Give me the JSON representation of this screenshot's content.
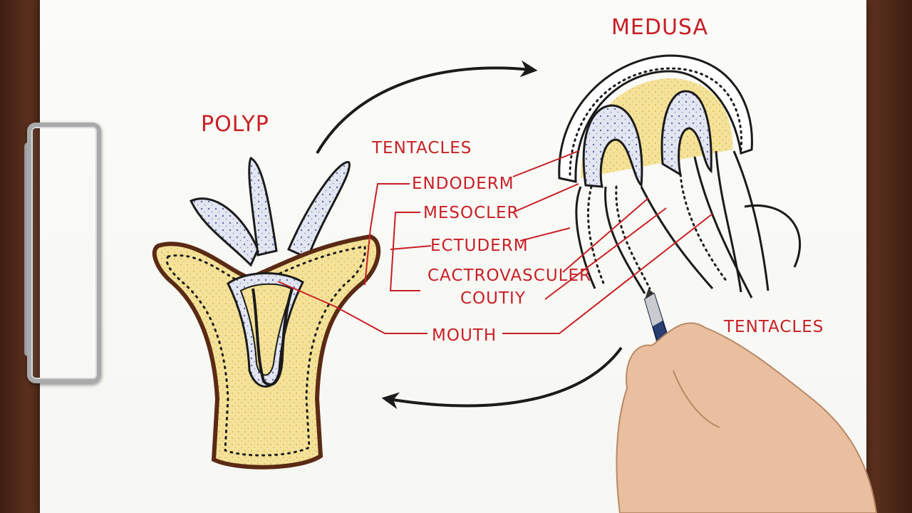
{
  "labels": {
    "polyp": "POLYP",
    "medusa": "MEDUSA",
    "tentacles_top": "TENTACLES",
    "endoderm": "ENDODERM",
    "mesocler": "MESOCLER",
    "ectuderm": "ECTUDERM",
    "gastro_line1": "CACTROVASCULER",
    "gastro_line2": "COUTIY",
    "mouth": "MOUTH",
    "tentacles_right": "TENTACLES"
  },
  "colors": {
    "label_red": "#c81f25",
    "ink": "#1b1b1b",
    "mesoglea_yellow": "#f3dc84",
    "gut_lavender": "#c9cfe6",
    "polyp_outline_brown": "#5a2a14",
    "pen_blue": "#2b3f73"
  },
  "icons": [
    "clipboard-clip-icon",
    "pen-icon",
    "cycle-arrow-icon"
  ]
}
